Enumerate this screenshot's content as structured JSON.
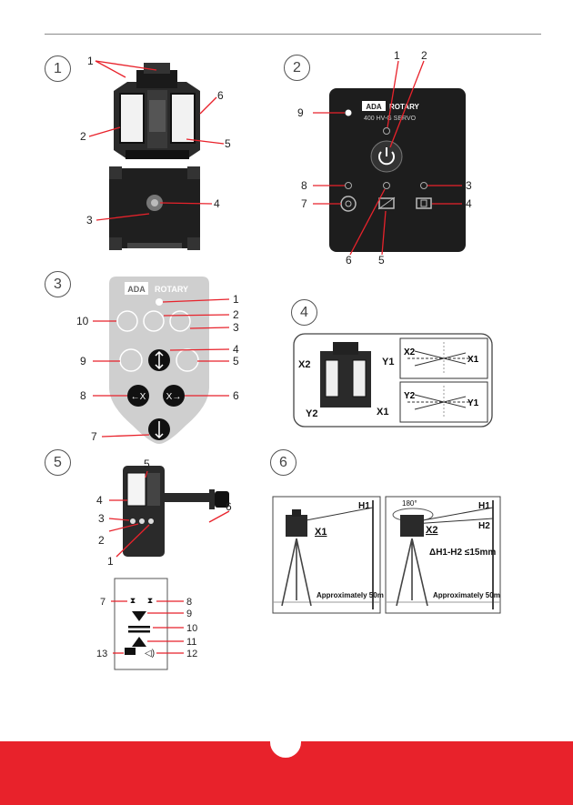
{
  "page": {
    "accent": "#e8222b",
    "panel": "#1d1d1d"
  },
  "sections": [
    {
      "number": "1"
    },
    {
      "number": "2"
    },
    {
      "number": "3"
    },
    {
      "number": "4"
    },
    {
      "number": "5"
    },
    {
      "number": "6"
    }
  ],
  "fig1": {
    "callouts": [
      "1",
      "2",
      "6",
      "5",
      "4",
      "3"
    ]
  },
  "fig2": {
    "brand": "ADA",
    "model": "ROTARY",
    "subtitle": "400 HV-G SERVO",
    "callouts": [
      "1",
      "2",
      "9",
      "8",
      "3",
      "7",
      "4",
      "6",
      "5"
    ],
    "icons": [
      "power-icon",
      "scan-icon",
      "tilt-off-icon",
      "tilt-icon"
    ]
  },
  "fig3": {
    "brand": "ADA",
    "model": "ROTARY",
    "callouts": [
      "1",
      "2",
      "3",
      "10",
      "4",
      "9",
      "5",
      "8",
      "6",
      "7"
    ],
    "buttons": [
      "←X",
      "X→"
    ]
  },
  "fig4": {
    "labels": [
      "X2",
      "Y1",
      "Y2",
      "X1"
    ],
    "inset1": [
      "X2",
      "X1"
    ],
    "inset2": [
      "Y2",
      "Y1"
    ]
  },
  "fig5": {
    "callouts": [
      "5",
      "4",
      "6",
      "3",
      "2",
      "1",
      "7",
      "8",
      "9",
      "10",
      "11",
      "13",
      "12"
    ]
  },
  "fig6": {
    "left": {
      "h": "H1",
      "x": "X1",
      "note": "Approximately 50m"
    },
    "right": {
      "angle": "180°",
      "h1": "H1",
      "x": "X2",
      "h2": "H2",
      "formula": "ΔH1-H2 ≤15mm",
      "note": "Approximately 50m"
    }
  }
}
